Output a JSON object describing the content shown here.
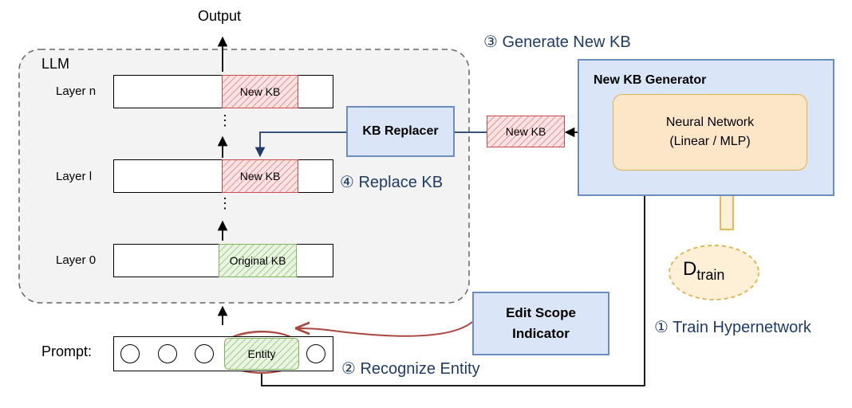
{
  "llm": {
    "title": "LLM",
    "layers": [
      {
        "label": "Layer n",
        "kb": "New KB"
      },
      {
        "label": "Layer l",
        "kb": "New KB"
      },
      {
        "label": "Layer 0",
        "kb": "Original KB"
      }
    ],
    "ellipsis": "⋮"
  },
  "output_label": "Output",
  "prompt": {
    "label": "Prompt:",
    "entity": "Entity"
  },
  "kb_replacer": {
    "label": "KB Replacer"
  },
  "floating_kb": {
    "label": "New KB"
  },
  "generator": {
    "title": "New KB Generator",
    "network_line1": "Neural Network",
    "network_line2": "(Linear / MLP)"
  },
  "dataset": {
    "symbol": "D",
    "subscript": "train"
  },
  "edit_scope": {
    "line1": "Edit Scope",
    "line2": "Indicator"
  },
  "steps": {
    "train": "① Train Hypernetwork",
    "recognize": "② Recognize Entity",
    "generate": "③ Generate New KB",
    "replace": "④ Replace KB"
  },
  "colors": {
    "step_text": "#1f3c68",
    "blue_fill": "#dae6f7",
    "blue_border": "#6c8ebf",
    "network_fill": "#fde6c8",
    "network_border": "#e0b24a",
    "new_kb_border": "#c94a4a",
    "original_kb_border": "#7fb55e",
    "recognize_stroke": "#a8463f",
    "replace_arrow": "#1f3c68"
  }
}
